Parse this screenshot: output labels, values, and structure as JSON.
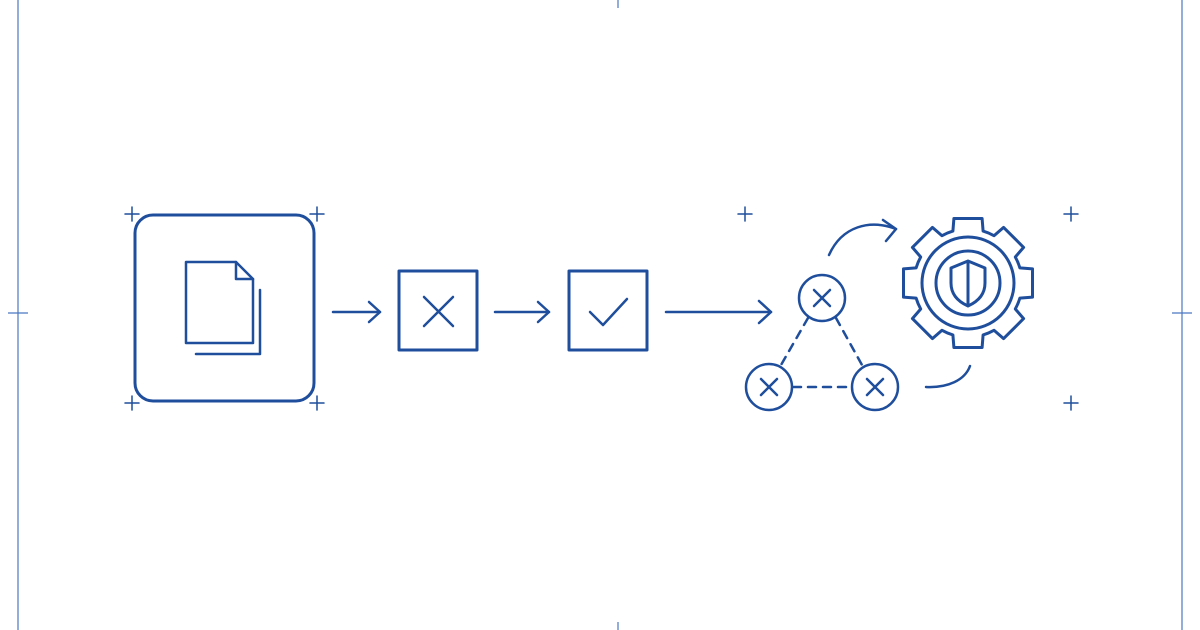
{
  "colors": {
    "accent": "#1f4e9c",
    "frame": "#4a78c0",
    "background": "#ffffff"
  },
  "stages": [
    {
      "id": "documents",
      "icon": "documents-icon",
      "framed": true
    },
    {
      "id": "reject",
      "icon": "x-mark-icon",
      "framed": true
    },
    {
      "id": "approve",
      "icon": "check-mark-icon",
      "framed": true
    },
    {
      "id": "node-network",
      "icon": "x-node-network-icon",
      "framed": false
    },
    {
      "id": "secure-settings",
      "icon": "gear-shield-icon",
      "framed": false
    }
  ],
  "connectors": [
    {
      "from": "documents",
      "to": "reject",
      "icon": "arrow-right-icon"
    },
    {
      "from": "reject",
      "to": "approve",
      "icon": "arrow-right-icon"
    },
    {
      "from": "approve",
      "to": "node-network",
      "icon": "arrow-right-icon"
    },
    {
      "from": "node-network",
      "to": "secure-settings",
      "icon": "curved-arrow-icon"
    }
  ],
  "decorations": {
    "corner_marks": "plus-icon",
    "frame_ticks": "tick-mark"
  }
}
